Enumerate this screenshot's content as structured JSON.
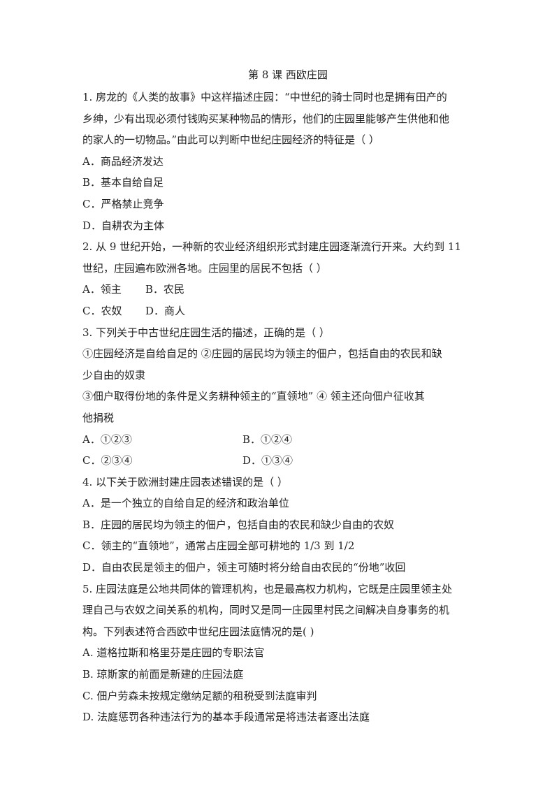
{
  "title": "第 8 课  西欧庄园",
  "questions": [
    {
      "stem_lines": [
        "1. 房龙的《人类的故事》中这样描述庄园：“中世纪的骑士同时也是拥有田产的",
        "乡绅，少有出现必须付钱购买某种物品的情形，他们的庄园里能够产生供他和他",
        "的家人的一切物品。”由此可以判断中世纪庄园经济的特征是（ ）"
      ],
      "options": [
        "A．商品经济发达",
        "B．基本自给自足",
        "C．严格禁止竞争",
        "D．自耕农为主体"
      ]
    },
    {
      "stem_lines": [
        "2. 从 9 世纪开始，一种新的农业经济组织形式封建庄园逐渐流行开来。大约到 11",
        "世纪，庄园遍布欧洲各地。庄园里的居民不包括（  ）"
      ],
      "options": [
        "A．领主",
        "B．农民",
        "C．农奴",
        "D．商人"
      ]
    },
    {
      "stem_lines": [
        "3. 下列关于中古世纪庄园生活的描述，正确的是（    ）",
        "①庄园经济是自给自足的  ②庄园的居民均为领主的佃户，包括自由的农民和缺",
        "少自由的奴隶",
        "③佃户取得份地的条件是义务耕种领主的“直领地”  ④  领主还向佃户征收其",
        "他捐税"
      ],
      "options": [
        "A．①②③",
        "B．①②④",
        "C．②③④",
        "D．①③④"
      ]
    },
    {
      "stem_lines": [
        "4. 以下关于欧洲封建庄园表述错误的是（    ）"
      ],
      "options": [
        "A．是一个独立的自给自足的经济和政治单位",
        "B．庄园的居民均为领主的佃户，包括自由的农民和缺少自由的农奴",
        "C．领主的“直领地”，通常占庄园全部可耕地的 1/3 到 1/2",
        "D．自由农民是领主的佃户，领主可随时将分给自由农民的“份地”收回"
      ]
    },
    {
      "stem_lines": [
        "5. 庄园法庭是公地共同体的管理机构，也是最高权力机构，它既是庄园里领主处",
        "理自己与农奴之间关系的机构，同时又是同一庄园里村民之间解决自身事务的机",
        "构。下列表述符合西欧中世纪庄园法庭情况的是(      )"
      ],
      "options": [
        "A. 道格拉斯和格里芬是庄园的专职法官",
        "B. 琼斯家的前面是新建的庄园法庭",
        "C. 佃户劳森未按规定缴纳足额的租税受到法庭审判",
        "D. 法庭惩罚各种违法行为的基本手段通常是将违法者逐出法庭"
      ]
    }
  ]
}
